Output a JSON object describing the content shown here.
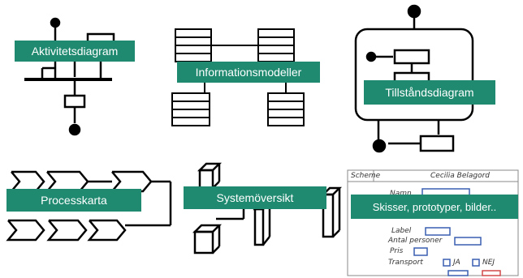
{
  "colors": {
    "label_bg": "#1f8a70",
    "label_text": "#ffffff",
    "stroke": "#000000",
    "sketch_blue": "#3a5fb0",
    "sketch_red": "#d24a4a"
  },
  "panels": [
    {
      "id": "aktivitet",
      "label": "Aktivitetsdiagram"
    },
    {
      "id": "information",
      "label": "Informationsmodeller"
    },
    {
      "id": "tillstand",
      "label": "Tillståndsdiagram"
    },
    {
      "id": "process",
      "label": "Processkarta"
    },
    {
      "id": "system",
      "label": "Systemöversikt"
    },
    {
      "id": "skisser",
      "label": "Skisser, prototyper, bilder.."
    }
  ],
  "sketch": {
    "tab": "Scheme",
    "heading": "Cecilia Belagord",
    "fields": [
      "Namn",
      "Label",
      "Antal personer",
      "Pris",
      "Transport"
    ],
    "options": [
      "JA",
      "NEJ"
    ]
  }
}
